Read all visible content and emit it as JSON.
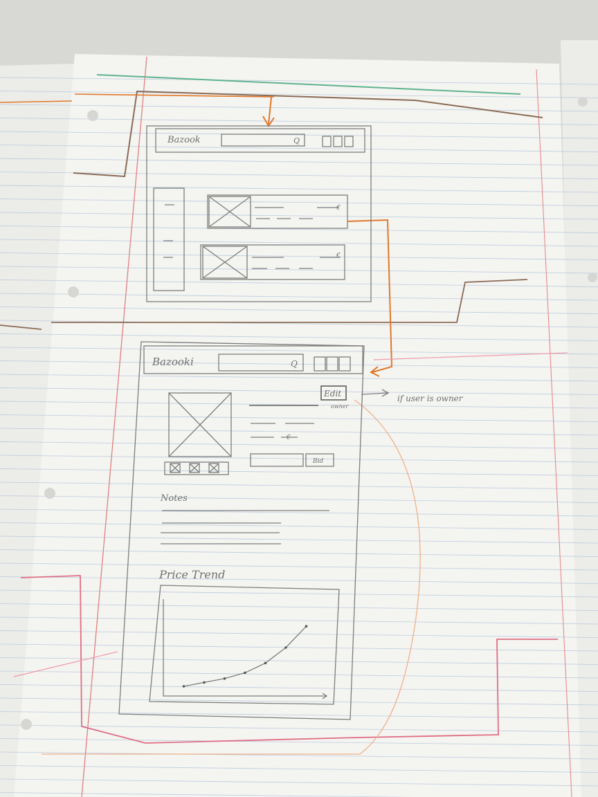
{
  "colors": {
    "desk": "#d8d8d4",
    "paper": "#f4f4f1",
    "ruled_line": "#a9bfd9",
    "margin_line": "#e0807f",
    "pencil": "#7c7c7c",
    "orange_pencil": "#e0782a",
    "brown_pencil": "#8a6a55",
    "green_pencil": "#5fb38e",
    "pink_pencil": "#e06d84"
  },
  "sketch_top": {
    "brand": "Bazook",
    "search_icon": "search-icon",
    "header_buttons": [
      "square-icon",
      "square-icon",
      "square-icon"
    ],
    "list_items": [
      {
        "image_icon": "image-placeholder-icon",
        "price_label": "€"
      },
      {
        "image_icon": "image-placeholder-icon",
        "price_label": "€"
      }
    ]
  },
  "sketch_detail": {
    "brand": "Bazooki",
    "search_icon": "search-icon",
    "header_buttons": [
      "square-icon",
      "square-icon",
      "square-icon"
    ],
    "image_icon": "image-placeholder-icon",
    "thumbnails": [
      "image-placeholder-icon",
      "image-placeholder-icon",
      "image-placeholder-icon"
    ],
    "price_label": "€",
    "edit_button": "Edit",
    "edit_caption": "owner",
    "edit_annotation": "if user is owner",
    "bid_button": "Bid",
    "notes_heading": "Notes",
    "chart_heading": "Price Trend",
    "chart_data": {
      "type": "line",
      "title": "Price Trend",
      "xlabel": "",
      "ylabel": "",
      "x": [
        1,
        2,
        3,
        4,
        5,
        6,
        7
      ],
      "y": [
        1.0,
        1.4,
        1.8,
        2.4,
        3.4,
        5.0,
        7.2
      ],
      "xlim": [
        0,
        8
      ],
      "ylim": [
        0,
        10
      ],
      "grid": false
    }
  }
}
